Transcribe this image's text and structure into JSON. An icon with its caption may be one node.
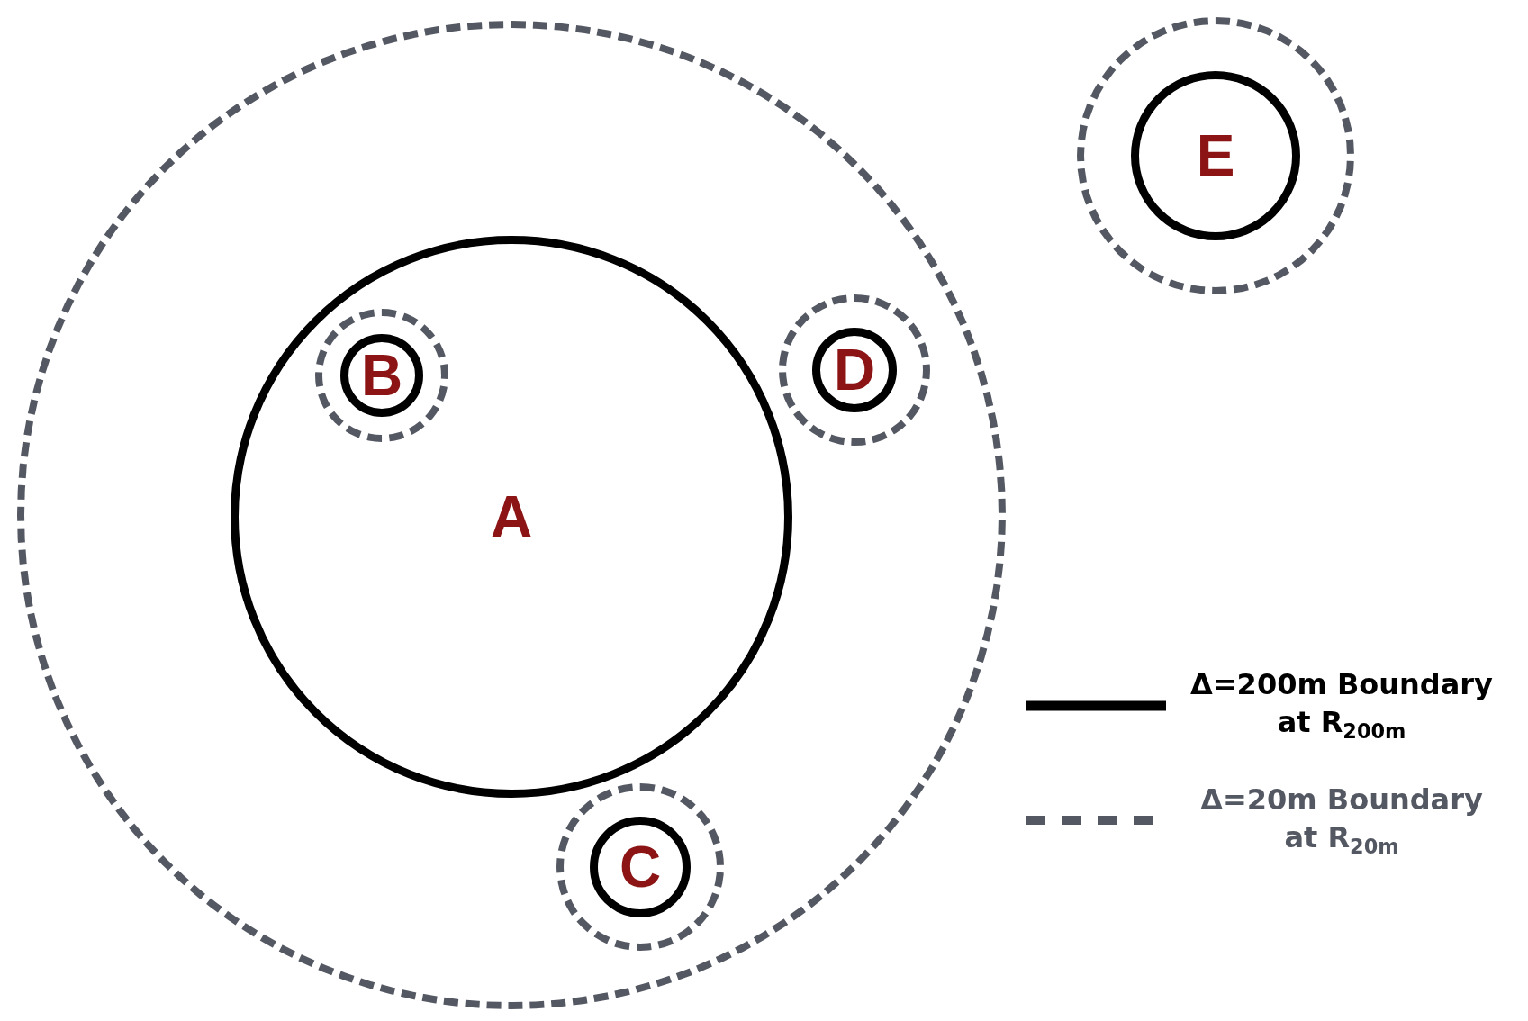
{
  "diagram": {
    "nodes": [
      {
        "text": [],
        "shape": "circle"
      },
      {
        "text": [
          "A"
        ],
        "in": 0
      },
      {
        "text": [],
        "shape": "circle",
        "in": 1
      },
      {
        "text": [
          "B"
        ],
        "in": 2
      },
      {
        "text": [],
        "shape": "circle",
        "in": 0
      },
      {
        "text": [
          "D"
        ],
        "in": 4
      },
      {
        "text": [],
        "shape": "circle",
        "in": 0
      },
      {
        "text": [
          "C"
        ],
        "in": 6
      },
      {
        "text": [],
        "shape": "circle"
      },
      {
        "text": [
          "E"
        ],
        "in": 8
      }
    ],
    "edges": [],
    "legend": [
      {
        "text": "Δ=200m Boundary at R$_{200m}$"
      },
      {
        "text": "Δ=20m Boundary at R$_{20m}$"
      }
    ]
  }
}
